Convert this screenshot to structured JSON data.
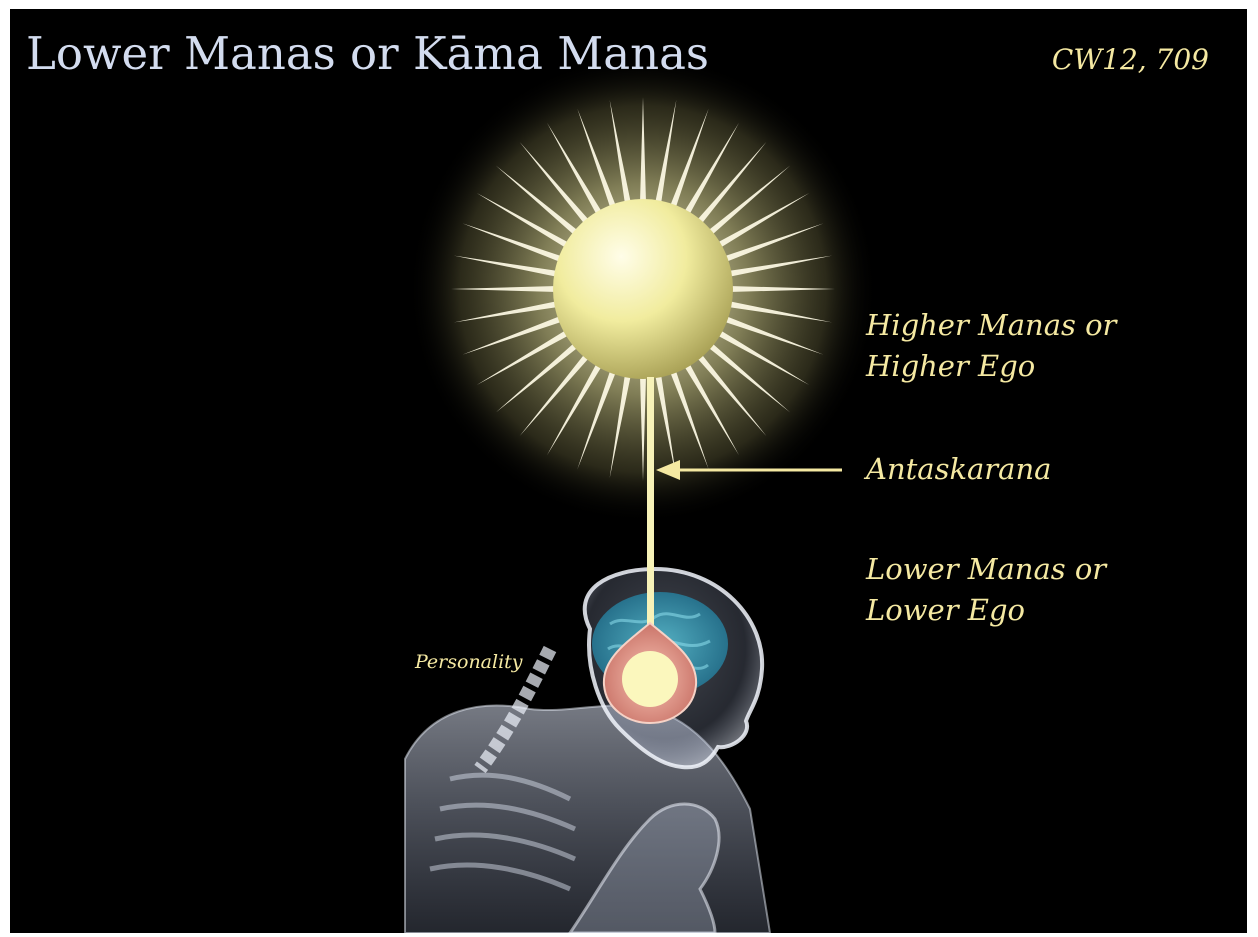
{
  "slide": {
    "title": "Lower Manas or Kāma Manas",
    "reference": "CW12, 709"
  },
  "labels": {
    "higher_line1": "Higher Manas or",
    "higher_line2": "Higher Ego",
    "antaskarana": "Antaskarana",
    "lower_line1": "Lower Manas or",
    "lower_line2": "Lower Ego",
    "personality": "Personality"
  },
  "colors": {
    "background": "#000000",
    "title": "#d3dcef",
    "label": "#f5e9a2",
    "sun": "#f3eea0",
    "rays": "#fffbe0",
    "brain": "#2fa3c4",
    "heart_drop": "#e9a08f"
  }
}
